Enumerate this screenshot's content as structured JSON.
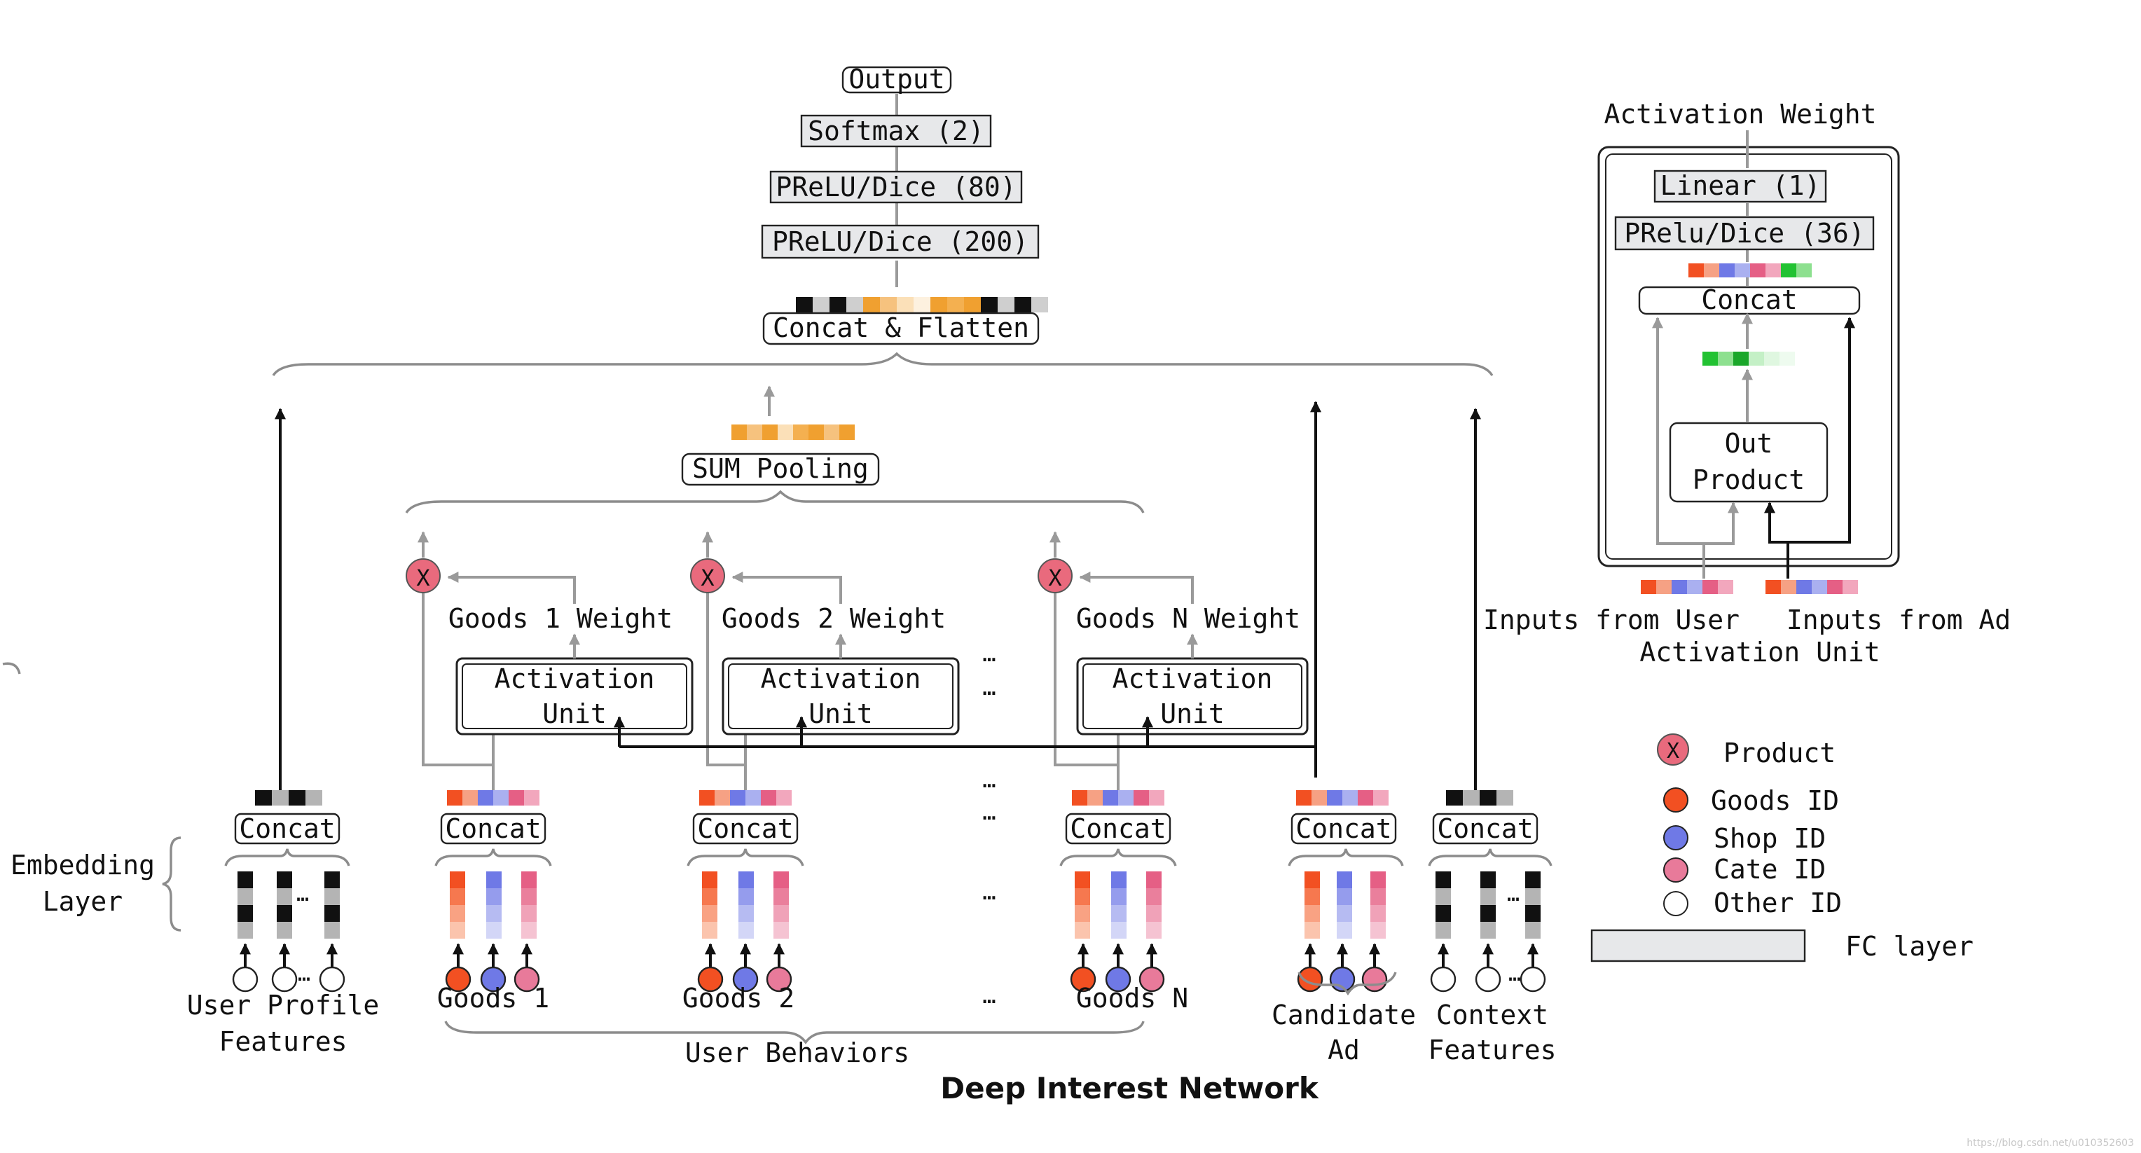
{
  "title": "Deep Interest Network",
  "watermark": "https://blog.csdn.net/u010352603",
  "colors": {
    "goods": "#f25022",
    "shop": "#6f79e6",
    "cate": "#e87a9a",
    "product": "#e96a7d",
    "fc": "#e7e8ea",
    "gray_arrow": "#9a9a9a",
    "black_arrow": "#111111"
  },
  "top": {
    "output": "Output",
    "softmax": "Softmax (2)",
    "prelu80": "PReLU/Dice (80)",
    "prelu200": "PReLU/Dice (200)",
    "concat_flatten": "Concat & Flatten"
  },
  "sum_pooling": "SUM Pooling",
  "product_symbol": "X",
  "weights": [
    "Goods 1 Weight",
    "Goods 2 Weight",
    "Goods N Weight"
  ],
  "activation_unit": {
    "line1": "Activation",
    "line2": "Unit"
  },
  "ellipsis": "…",
  "concat": "Concat",
  "embedding_layer": {
    "line1": "Embedding",
    "line2": "Layer"
  },
  "bottom_labels": {
    "user_profile": [
      "User Profile",
      "Features"
    ],
    "goods1": "Goods 1",
    "goods2": "Goods 2",
    "goodsN": "Goods N",
    "user_behaviors": "User Behaviors",
    "candidate_ad": [
      "Candidate",
      "Ad"
    ],
    "context": [
      "Context",
      "Features"
    ]
  },
  "detail": {
    "activation_weight": "Activation Weight",
    "linear": "Linear (1)",
    "prelu36": "PRelu/Dice (36)",
    "concat": "Concat",
    "out_product": [
      "Out",
      "Product"
    ],
    "inputs_user": "Inputs from User",
    "inputs_ad": "Inputs from Ad",
    "caption": "Activation Unit"
  },
  "legend": {
    "product": "Product",
    "goods_id": "Goods ID",
    "shop_id": "Shop ID",
    "cate_id": "Cate ID",
    "other_id": "Other ID",
    "fc_layer": "FC layer"
  }
}
